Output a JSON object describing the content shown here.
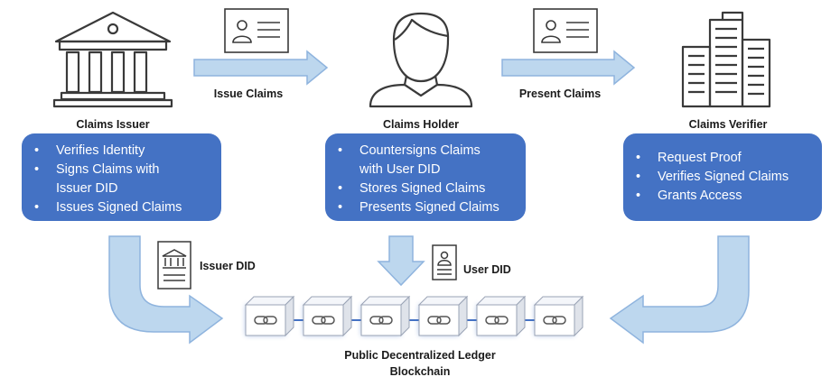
{
  "actors": {
    "issuer": {
      "title": "Claims Issuer",
      "icon": "bank-building-icon",
      "bullets": [
        "Verifies Identity",
        "Signs Claims with",
        "Issuer DID",
        "Issues Signed Claims"
      ]
    },
    "holder": {
      "title": "Claims Holder",
      "icon": "person-icon",
      "bullets": [
        "Countersigns Claims",
        "with User DID",
        "Stores Signed Claims",
        "Presents Signed Claims"
      ]
    },
    "verifier": {
      "title": "Claims Verifier",
      "icon": "office-buildings-icon",
      "bullets": [
        "Request Proof",
        "Verifies Signed Claims",
        "Grants Access"
      ]
    }
  },
  "flows": {
    "issue": "Issue Claims",
    "present": "Present Claims"
  },
  "dids": {
    "issuer": "Issuer DID",
    "user": "User DID"
  },
  "ledger": {
    "line1": "Public Decentralized Ledger",
    "line2": "Blockchain",
    "blocks": 6
  },
  "colors": {
    "box_fill": "#4472c4",
    "arrow_fill": "#bdd7ee",
    "arrow_stroke": "#8fb4de",
    "icon_stroke": "#3a3a3a",
    "block_border": "#4472c4"
  }
}
